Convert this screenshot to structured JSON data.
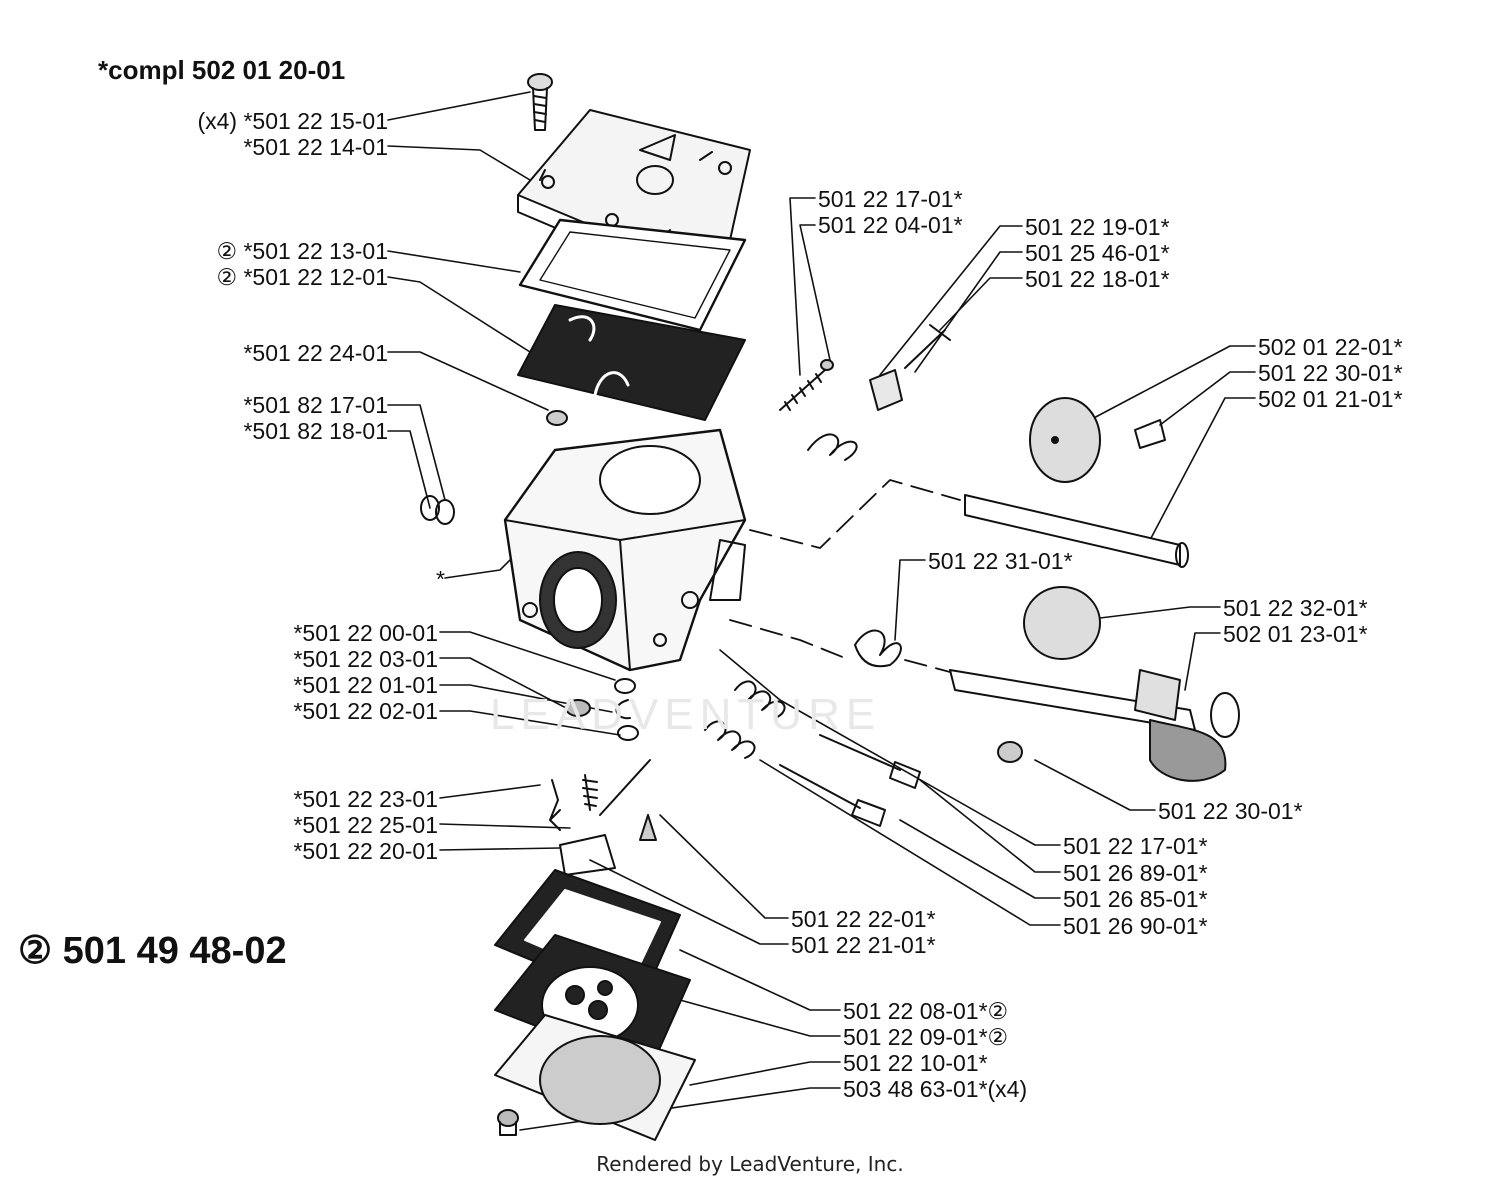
{
  "header": {
    "kit_title": "*compl 502 01 20-01",
    "gasket_kit_title": "② 501 49 48-02"
  },
  "footer": {
    "credit": "Rendered by LeadVenture, Inc.",
    "watermark": "LEADVENTURE"
  },
  "parts_left": [
    "(x4) *501 22 15-01",
    "*501 22 14-01",
    "② *501 22 13-01",
    "② *501 22 12-01",
    "*501 22 24-01",
    "*501 82 17-01",
    "*501 82 18-01",
    "*",
    "*501 22 00-01",
    "*501 22 03-01",
    "*501 22 01-01",
    "*501 22 02-01",
    "*501 22 23-01",
    "*501 22 25-01",
    "*501 22 20-01"
  ],
  "parts_right": [
    "501 22 17-01*",
    "501 22 04-01*",
    "501 22 19-01*",
    "501 25 46-01*",
    "501 22 18-01*",
    "502 01 22-01*",
    "501 22 30-01*",
    "502 01 21-01*",
    "501 22 31-01*",
    "501 22 32-01*",
    "502 01 23-01*",
    "501 22 30-01*",
    "501 22 17-01*",
    "501 26 89-01*",
    "501 26 85-01*",
    "501 26 90-01*",
    "501 22 22-01*",
    "501 22 21-01*",
    "501 22 08-01*②",
    "501 22 09-01*②",
    "501 22 10-01*",
    "503 48 63-01*(x4)"
  ]
}
